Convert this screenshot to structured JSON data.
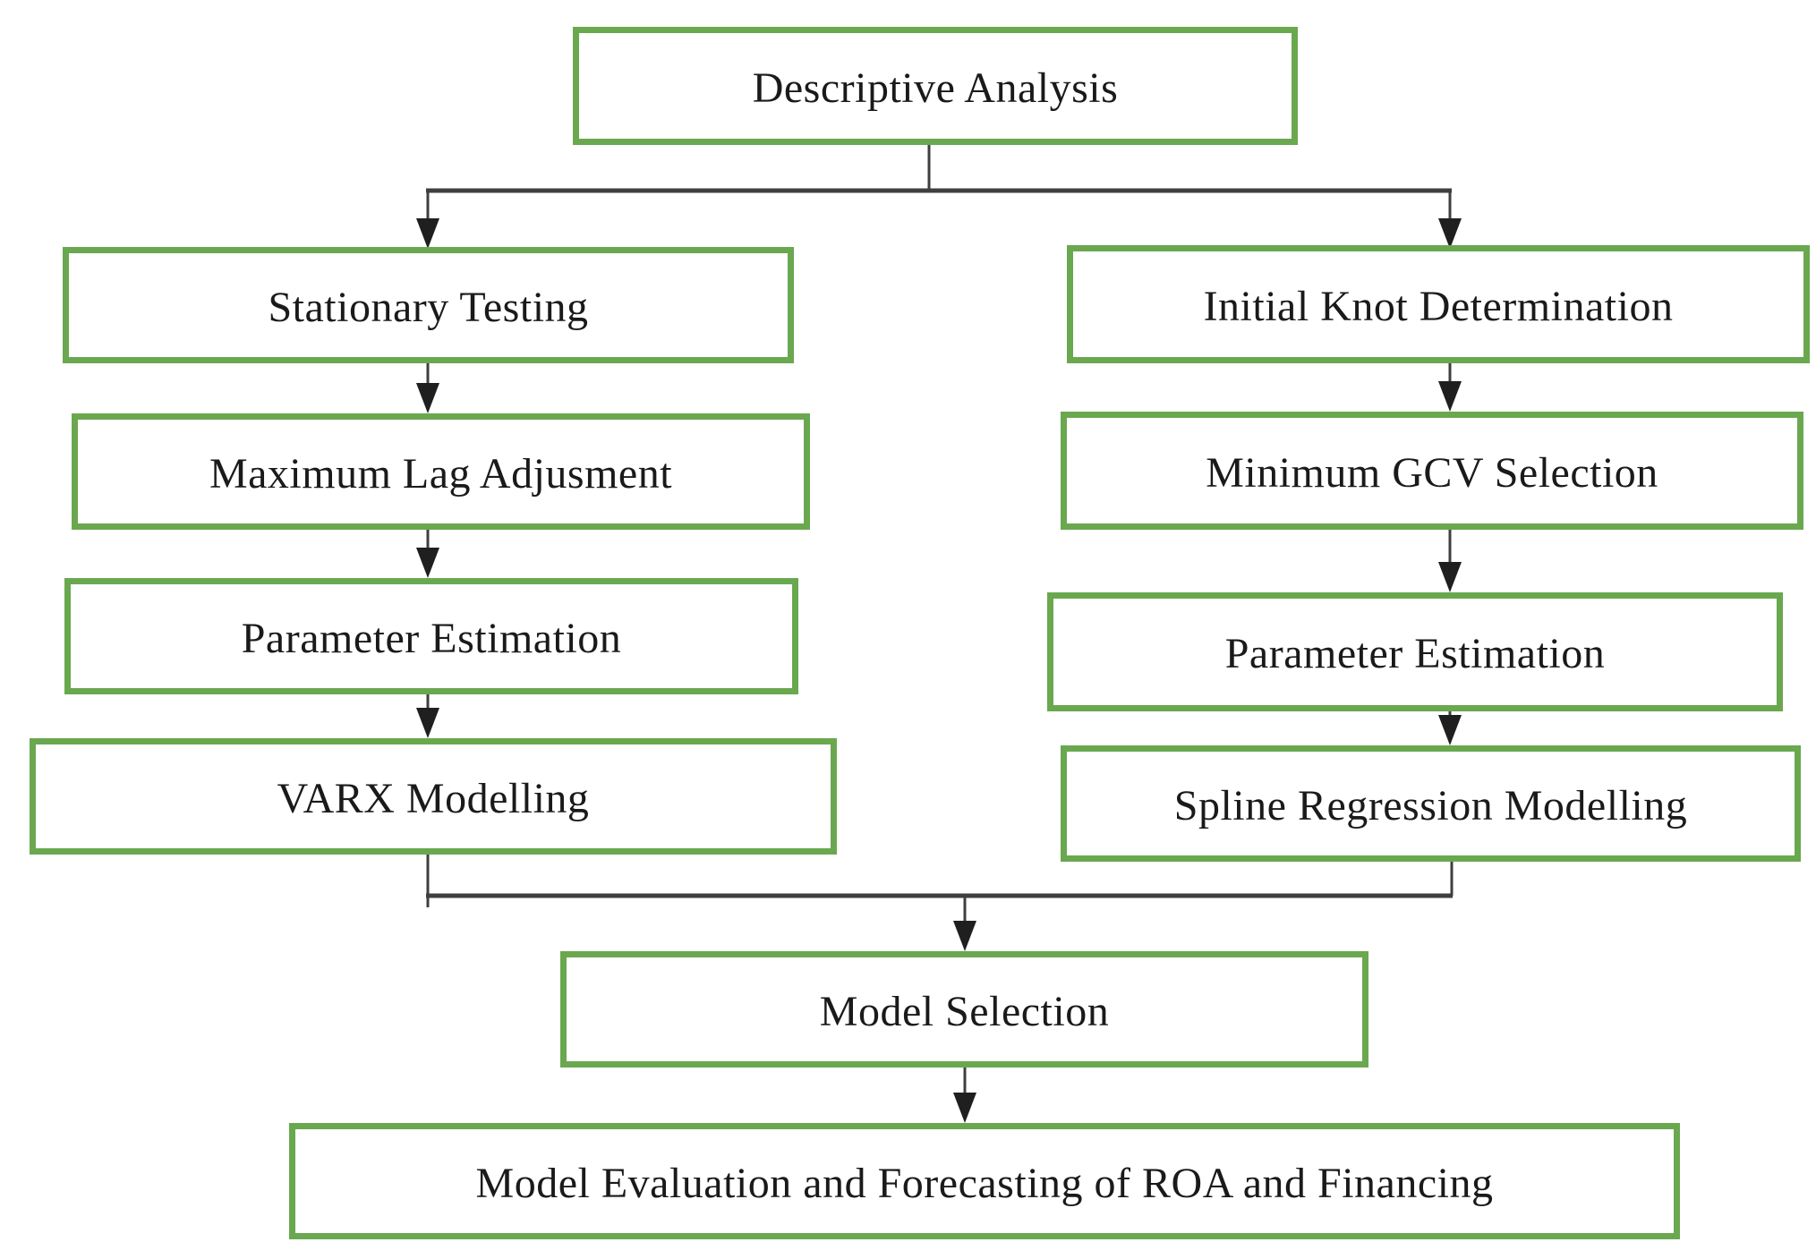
{
  "diagram": {
    "type": "flowchart",
    "colors": {
      "box_border": "#6AA84F",
      "box_fill": "#FFFFFF",
      "connector": "#3F3F3F",
      "text": "#1A1A1A"
    },
    "nodes": [
      {
        "id": "descriptive-analysis",
        "label": "Descriptive Analysis"
      },
      {
        "id": "stationary-testing",
        "label": "Stationary Testing"
      },
      {
        "id": "initial-knot-determination",
        "label": "Initial Knot Determination"
      },
      {
        "id": "maximum-lag-adjusment",
        "label": "Maximum Lag Adjusment"
      },
      {
        "id": "minimum-gcv-selection",
        "label": "Minimum GCV Selection"
      },
      {
        "id": "parameter-estimation-left",
        "label": "Parameter Estimation"
      },
      {
        "id": "parameter-estimation-right",
        "label": "Parameter Estimation"
      },
      {
        "id": "varx-modelling",
        "label": "VARX Modelling"
      },
      {
        "id": "spline-regression-modelling",
        "label": "Spline Regression Modelling"
      },
      {
        "id": "model-selection",
        "label": "Model Selection"
      },
      {
        "id": "model-evaluation",
        "label": "Model Evaluation and Forecasting of ROA and Financing"
      }
    ],
    "edges": [
      {
        "from": "descriptive-analysis",
        "to": "stationary-testing"
      },
      {
        "from": "descriptive-analysis",
        "to": "initial-knot-determination"
      },
      {
        "from": "stationary-testing",
        "to": "maximum-lag-adjusment"
      },
      {
        "from": "maximum-lag-adjusment",
        "to": "parameter-estimation-left"
      },
      {
        "from": "parameter-estimation-left",
        "to": "varx-modelling"
      },
      {
        "from": "initial-knot-determination",
        "to": "minimum-gcv-selection"
      },
      {
        "from": "minimum-gcv-selection",
        "to": "parameter-estimation-right"
      },
      {
        "from": "parameter-estimation-right",
        "to": "spline-regression-modelling"
      },
      {
        "from": "varx-modelling",
        "to": "model-selection"
      },
      {
        "from": "spline-regression-modelling",
        "to": "model-selection"
      },
      {
        "from": "model-selection",
        "to": "model-evaluation"
      }
    ]
  }
}
